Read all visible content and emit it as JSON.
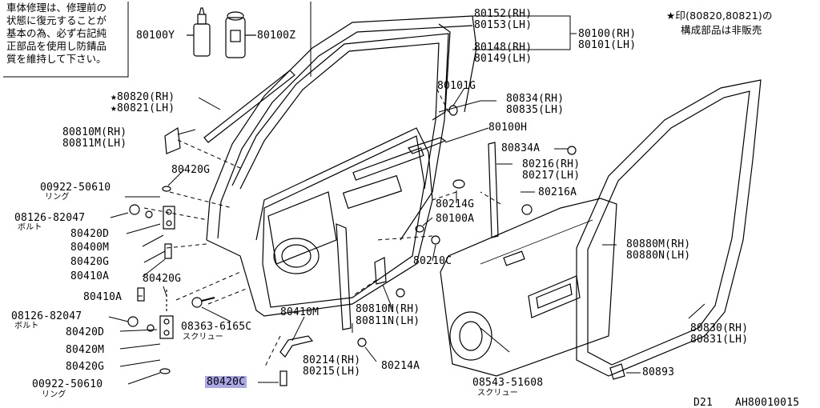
{
  "notice_left": [
    "車体修理は、修理前の",
    "状態に復元することが",
    "基本の為、必ず右記純",
    "正部品を使用し防錆品",
    "質を維持して下さい。"
  ],
  "notice_right": [
    "★印(80820,80821)の",
    "構成部品は非販売"
  ],
  "parts": {
    "p80100Y": "80100Y",
    "p80100Z": "80100Z",
    "p80152": "80152(RH)",
    "p80153": "80153(LH)",
    "p80148": "80148(RH)",
    "p80149": "80149(LH)",
    "p80100": "80100(RH)",
    "p80101": "80101(LH)",
    "p80101G": "80101G",
    "p80820": "★80820(RH)",
    "p80821": "★80821(LH)",
    "p80834": "80834(RH)",
    "p80835": "80835(LH)",
    "p80810M": "80810M(RH)",
    "p80811M": "80811M(LH)",
    "p80100H": "80100H",
    "p80834A": "80834A",
    "p80420G_a": "80420G",
    "p80216": "80216(RH)",
    "p80217": "80217(LH)",
    "p00922_a": "00922-50610",
    "ring_a": "リング",
    "p80214G": "80214G",
    "p80216A": "80216A",
    "p08126_a": "08126-82047",
    "bolt_a": "ボルト",
    "p80100A": "80100A",
    "p80420D_a": "80420D",
    "p80400M": "80400M",
    "p80880M": "80880M(RH)",
    "p80880N": "80880N(LH)",
    "p80420G_b": "80420G",
    "p80210C": "80210C",
    "p80410A_a": "80410A",
    "p80420G_c": "80420G",
    "p80410A_b": "80410A",
    "p80810N": "80810N(RH)",
    "p80811N": "80811N(LH)",
    "p80410M": "80410M",
    "p08126_b": "08126-82047",
    "bolt_b": "ボルト",
    "p08363": "08363-6165C",
    "screw_a": "スクリュー",
    "p80420D_b": "80420D",
    "p80830": "80830(RH)",
    "p80831": "80831(LH)",
    "p80420M": "80420M",
    "p80214": "80214(RH)",
    "p80215": "80215(LH)",
    "p80214A": "80214A",
    "p80420G_d": "80420G",
    "p80893": "80893",
    "p00922_b": "00922-50610",
    "ring_b": "リング",
    "p80420C": "80420C",
    "p08543": "08543-51608",
    "screw_b": "スクリュー"
  },
  "footer": {
    "model": "D21",
    "code": "AH80010015"
  },
  "highlight_color": "#a9a7e6"
}
